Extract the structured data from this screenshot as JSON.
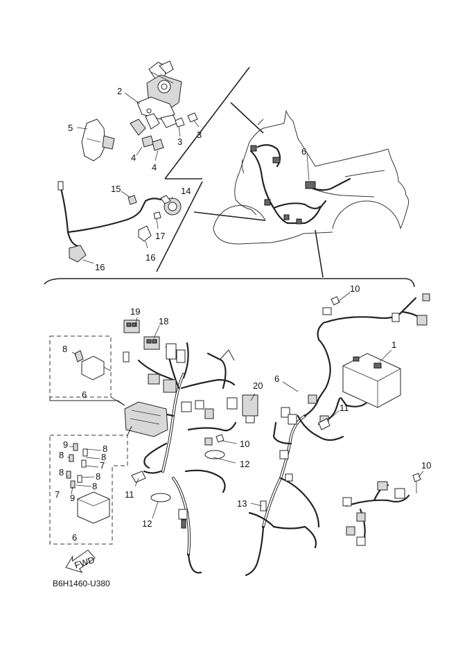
{
  "diagram_code": "B6H1460-U380",
  "fwd_label": "FWD",
  "callouts": {
    "c1": "1",
    "c2": "2",
    "c3a": "3",
    "c3b": "3",
    "c4a": "4",
    "c4b": "4",
    "c5": "5",
    "c6_top": "6",
    "c6_main": "6",
    "c6_box1": "6",
    "c6_box2": "6",
    "c7a": "7",
    "c7b": "7",
    "c8_box1": "8",
    "c8a": "8",
    "c8b": "8",
    "c8c": "8",
    "c8d": "8",
    "c8e": "8",
    "c8f": "8",
    "c9a": "9",
    "c9b": "9",
    "c10a": "10",
    "c10b": "10",
    "c10c": "10",
    "c11a": "11",
    "c11b": "11",
    "c12a": "12",
    "c12b": "12",
    "c13": "13",
    "c14": "14",
    "c15": "15",
    "c16a": "16",
    "c16b": "16",
    "c17": "17",
    "c18": "18",
    "c19": "19",
    "c20": "20"
  }
}
